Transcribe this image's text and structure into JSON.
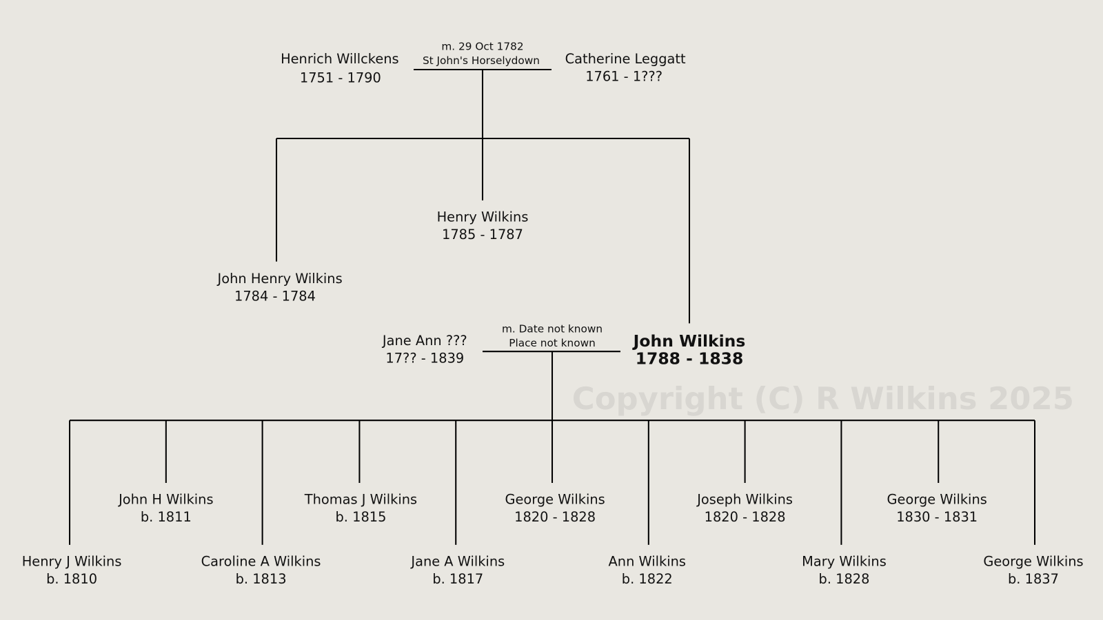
{
  "watermark": "Copyright (C) R Wilkins 2025",
  "parents": {
    "father": {
      "name": "Henrich Willckens",
      "dates": "1751 - 1790"
    },
    "mother": {
      "name": "Catherine Leggatt",
      "dates": "1761 - 1???"
    },
    "marriage": {
      "date": "m. 29 Oct 1782",
      "place": "St John's Horselydown"
    }
  },
  "siblings": [
    {
      "name": "John Henry Wilkins",
      "dates": "1784 - 1784"
    },
    {
      "name": "Henry Wilkins",
      "dates": "1785 - 1787"
    },
    {
      "name": "John Wilkins",
      "dates": "1788 - 1838",
      "focus": true
    }
  ],
  "spouse": {
    "name": "Jane Ann ???",
    "dates": "17?? - 1839"
  },
  "marriage2": {
    "date": "m. Date not known",
    "place": "Place not known"
  },
  "children": [
    {
      "name": "Henry J Wilkins",
      "dates": "b. 1810"
    },
    {
      "name": "John H Wilkins",
      "dates": "b. 1811"
    },
    {
      "name": "Caroline A Wilkins",
      "dates": "b. 1813"
    },
    {
      "name": "Thomas J Wilkins",
      "dates": "b. 1815"
    },
    {
      "name": "Jane A Wilkins",
      "dates": "b. 1817"
    },
    {
      "name": "George Wilkins",
      "dates": "1820 - 1828"
    },
    {
      "name": "Ann Wilkins",
      "dates": "b. 1822"
    },
    {
      "name": "Joseph Wilkins",
      "dates": "1820 - 1828"
    },
    {
      "name": "Mary Wilkins",
      "dates": "b. 1828"
    },
    {
      "name": "George Wilkins",
      "dates": "1830 - 1831"
    },
    {
      "name": "George Wilkins",
      "dates": "b. 1837"
    }
  ]
}
